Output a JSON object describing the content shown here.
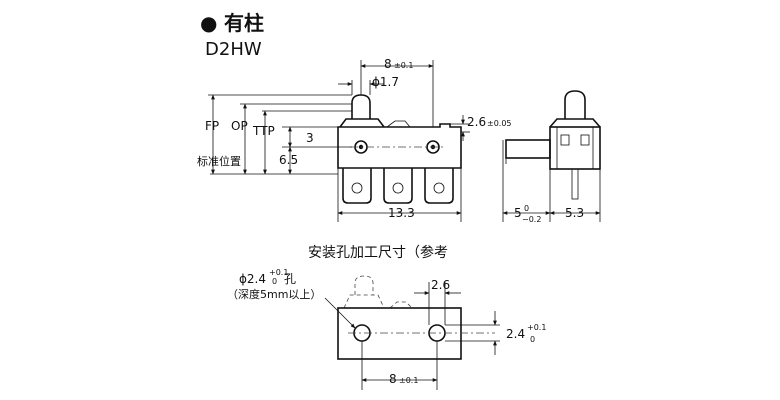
{
  "header": {
    "bullet": "●",
    "title": "有柱",
    "model": "D2HW"
  },
  "top_view": {
    "labels": {
      "fp": "FP",
      "op": "OP",
      "ttp": "TTP",
      "standard_position": "标准位置"
    },
    "dims": {
      "pitch_main": "8",
      "pitch_tol": "±0.1",
      "plunger_dia": "ϕ1.7",
      "v3": "3",
      "v65": "6.5",
      "width": "13.3",
      "hole": "2.6",
      "hole_tol": "±0.05"
    }
  },
  "side_view": {
    "dims": {
      "depth_main": "5",
      "depth_upper": "0",
      "depth_lower": "−0.2",
      "width": "5.3"
    }
  },
  "mounting": {
    "title": "安装孔加工尺寸（参考",
    "hole_label_prefix": "ϕ2.4",
    "hole_label_upper": "+0.1",
    "hole_label_lower": "0",
    "hole_label_suffix": "孔",
    "depth_note": "（深度5mm以上）",
    "dims": {
      "spacing": "2.6",
      "height_main": "2.4",
      "height_upper": "+0.1",
      "height_lower": "0",
      "pitch_main": "8",
      "pitch_tol": "±0.1"
    }
  }
}
